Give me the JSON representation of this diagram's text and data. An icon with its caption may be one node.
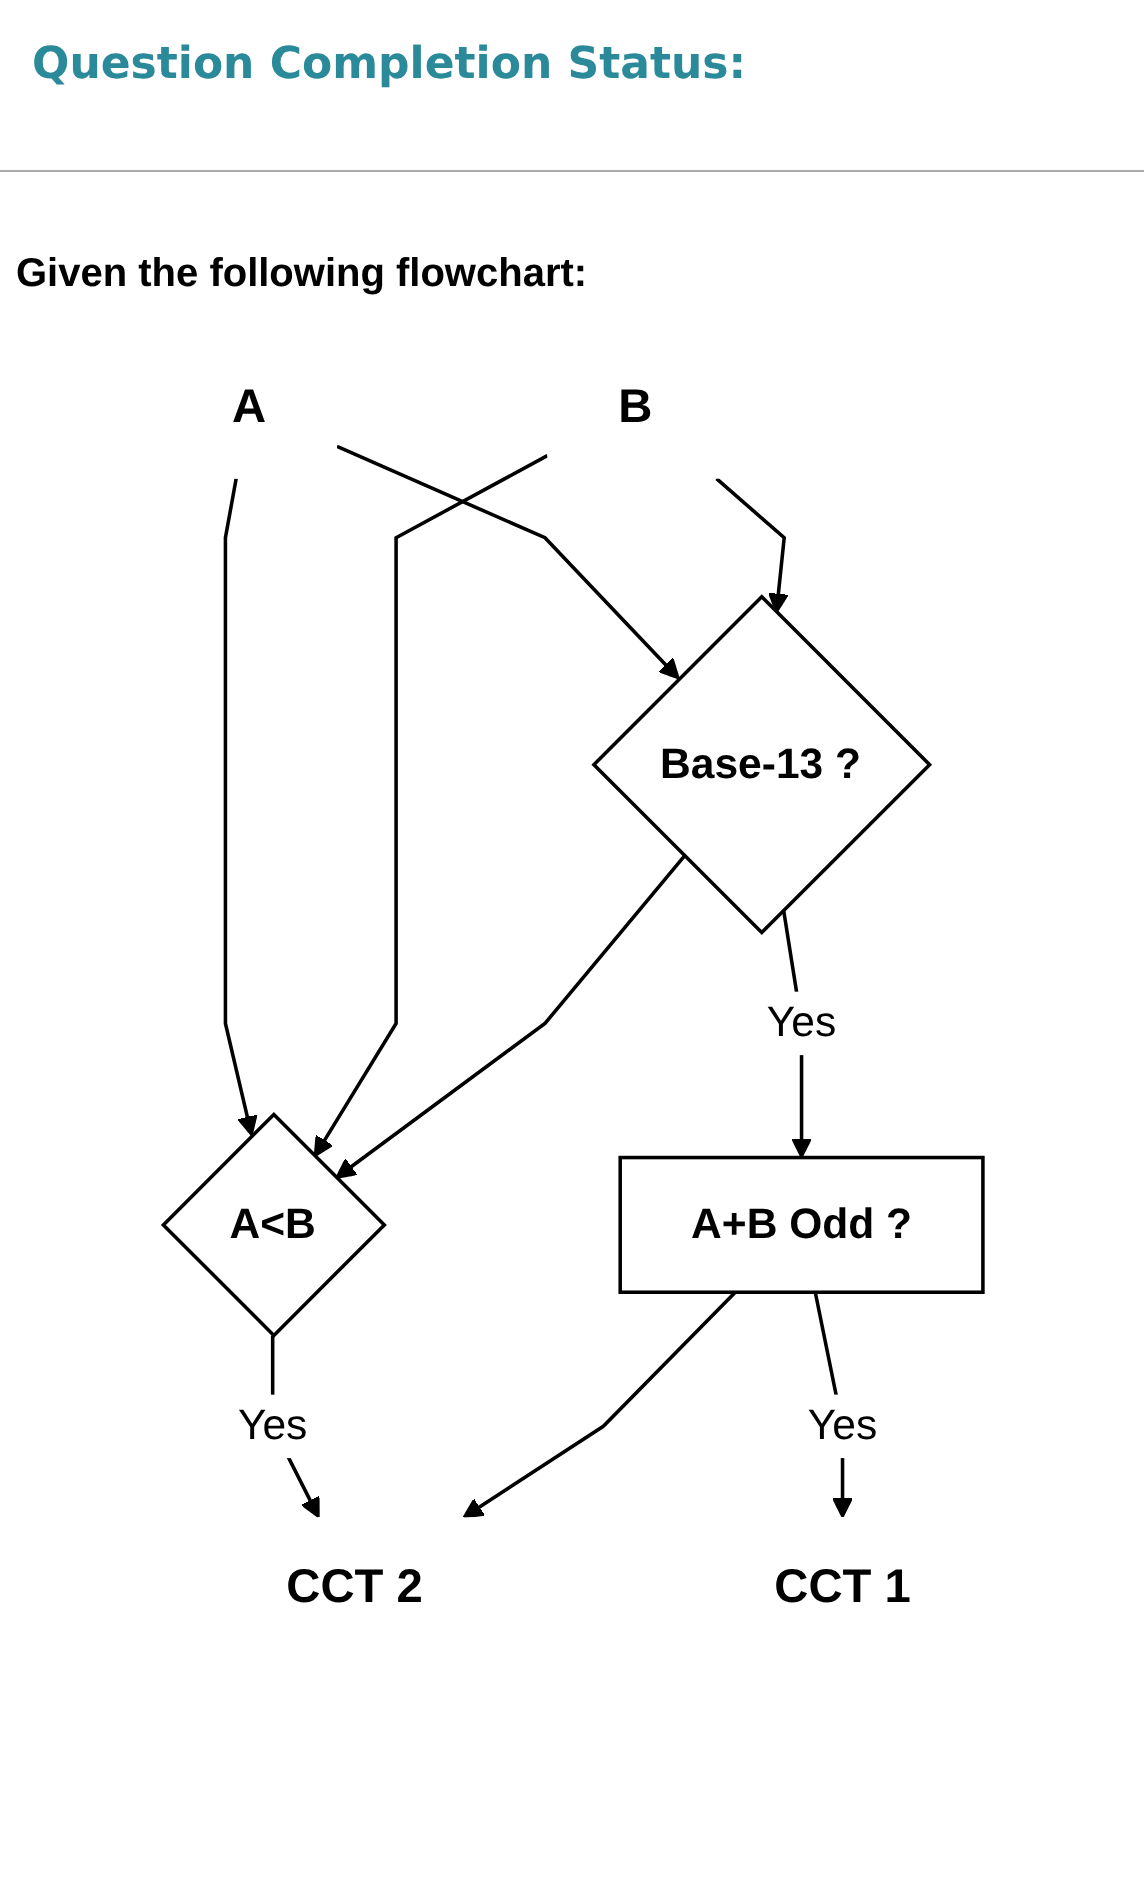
{
  "diagram": {
    "title": "Question Completion Status:",
    "nodes": [
      {
        "text": [
          "A"
        ]
      },
      {
        "text": [
          "B"
        ]
      },
      {
        "text": [
          "Base-13 ?"
        ]
      },
      {
        "text": [
          "A<B"
        ]
      },
      {
        "text": [
          "A+B Odd ?"
        ]
      },
      {
        "text": [
          "CCT 2"
        ]
      },
      {
        "text": [
          "CCT 1"
        ]
      }
    ],
    "edges": [
      {
        "from": 0,
        "to": 3,
        "arrow": "to"
      },
      {
        "from": 0,
        "to": 2,
        "arrow": "to"
      },
      {
        "from": 1,
        "to": 3,
        "arrow": "to"
      },
      {
        "from": 1,
        "to": 2,
        "arrow": "to"
      },
      {
        "from": 2,
        "to": 3,
        "arrow": "to"
      },
      {
        "from": 2,
        "to": 4,
        "label": "Yes",
        "arrow": "to"
      },
      {
        "from": 3,
        "to": 5,
        "label": "Yes",
        "arrow": "to"
      },
      {
        "from": 4,
        "to": 5,
        "arrow": "to"
      },
      {
        "from": 4,
        "to": 6,
        "label": "Yes",
        "arrow": "to"
      }
    ],
    "labels": [
      "Given the following flowchart:"
    ]
  }
}
